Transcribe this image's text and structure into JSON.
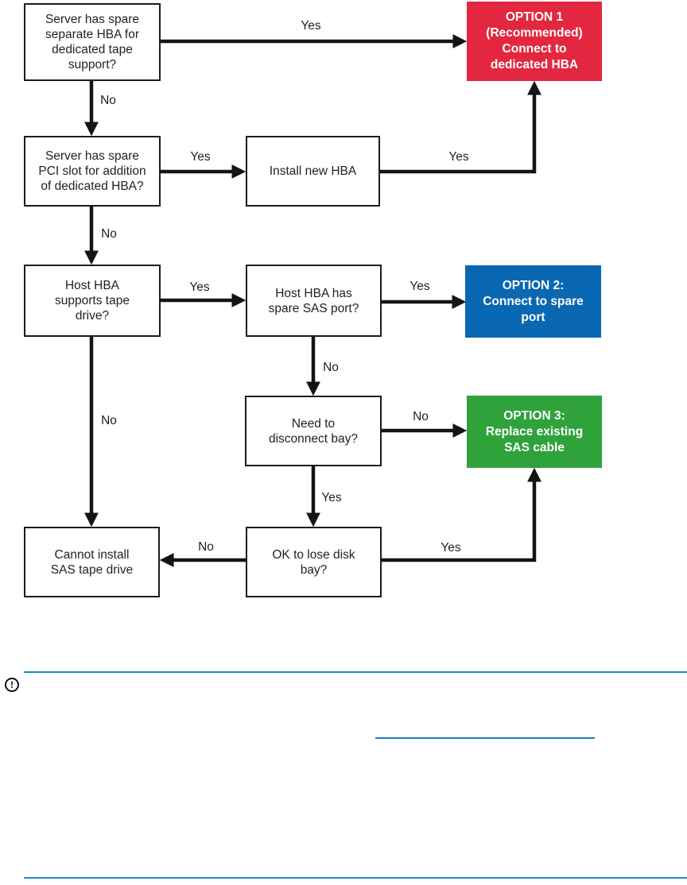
{
  "diagram": {
    "title_hint": "SAS tape drive HBA connection decision flowchart",
    "nodes": {
      "spare_dedicated_hba": {
        "label": "Server has spare\nseparate HBA for\ndedicated tape\nsupport?"
      },
      "spare_pci_slot": {
        "label": "Server has spare\nPCI slot for addition\nof dedicated HBA?"
      },
      "install_new_hba": {
        "label": "Install new HBA"
      },
      "hba_supports_tape": {
        "label": "Host HBA\nsupports tape\ndrive?"
      },
      "hba_spare_sas_port": {
        "label": "Host HBA has\nspare SAS port?"
      },
      "need_disconnect_bay": {
        "label": "Need to\ndisconnect bay?"
      },
      "ok_lose_disk_bay": {
        "label": "OK to lose disk\nbay?"
      },
      "cannot_install": {
        "label": "Cannot install\nSAS tape drive"
      },
      "option1": {
        "label": "OPTION 1\n(Recommended)\nConnect to\ndedicated HBA"
      },
      "option2": {
        "label": "OPTION 2:\nConnect to spare\nport"
      },
      "option3": {
        "label": "OPTION 3:\nReplace existing\nSAS cable"
      }
    },
    "edges": [
      {
        "from": "spare_dedicated_hba",
        "to": "option1",
        "label": "Yes"
      },
      {
        "from": "spare_dedicated_hba",
        "to": "spare_pci_slot",
        "label": "No"
      },
      {
        "from": "spare_pci_slot",
        "to": "install_new_hba",
        "label": "Yes"
      },
      {
        "from": "install_new_hba",
        "to": "option1",
        "label": "Yes"
      },
      {
        "from": "spare_pci_slot",
        "to": "hba_supports_tape",
        "label": "No"
      },
      {
        "from": "hba_supports_tape",
        "to": "hba_spare_sas_port",
        "label": "Yes"
      },
      {
        "from": "hba_spare_sas_port",
        "to": "option2",
        "label": "Yes"
      },
      {
        "from": "hba_spare_sas_port",
        "to": "need_disconnect_bay",
        "label": "No"
      },
      {
        "from": "need_disconnect_bay",
        "to": "option3",
        "label": "No"
      },
      {
        "from": "need_disconnect_bay",
        "to": "ok_lose_disk_bay",
        "label": "Yes"
      },
      {
        "from": "ok_lose_disk_bay",
        "to": "option3",
        "label": "Yes"
      },
      {
        "from": "ok_lose_disk_bay",
        "to": "cannot_install",
        "label": "No"
      },
      {
        "from": "hba_supports_tape",
        "to": "cannot_install",
        "label": "No"
      }
    ]
  },
  "note": {
    "icon": "circled-exclamation-icon",
    "icon_glyph": "!"
  },
  "colors": {
    "option1_red": "#E32740",
    "option2_blue": "#0A67B1",
    "option3_green": "#2FA23C",
    "rule_teal": "#1B8BC4",
    "link_blue": "#1780BF",
    "line_black": "#141414"
  }
}
